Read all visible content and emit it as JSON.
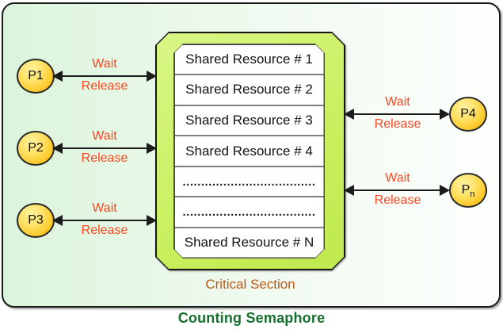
{
  "title": "Counting Semaphore",
  "critical_section": {
    "label": "Critical Section",
    "resources": [
      "Shared Resource # 1",
      "Shared Resource # 2",
      "Shared Resource # 3",
      "Shared Resource # 4",
      "....................................",
      "....................................",
      "Shared Resource # N"
    ]
  },
  "edge_labels": {
    "wait": "Wait",
    "release": "Release"
  },
  "processes": {
    "left": [
      {
        "label": "P1"
      },
      {
        "label": "P2"
      },
      {
        "label": "P3"
      }
    ],
    "right": [
      {
        "label": "P4"
      },
      {
        "label_main": "P",
        "label_sub": "n"
      }
    ]
  },
  "colors": {
    "outer_fill": "#dbf4db",
    "critical_box_fill": "#c8f05e",
    "process_fill": "#ffd83e",
    "wait_release_text": "#f94822",
    "critical_label_text": "#c2570f",
    "title_text": "#156f2c",
    "arrow": "#1c1c1c"
  }
}
